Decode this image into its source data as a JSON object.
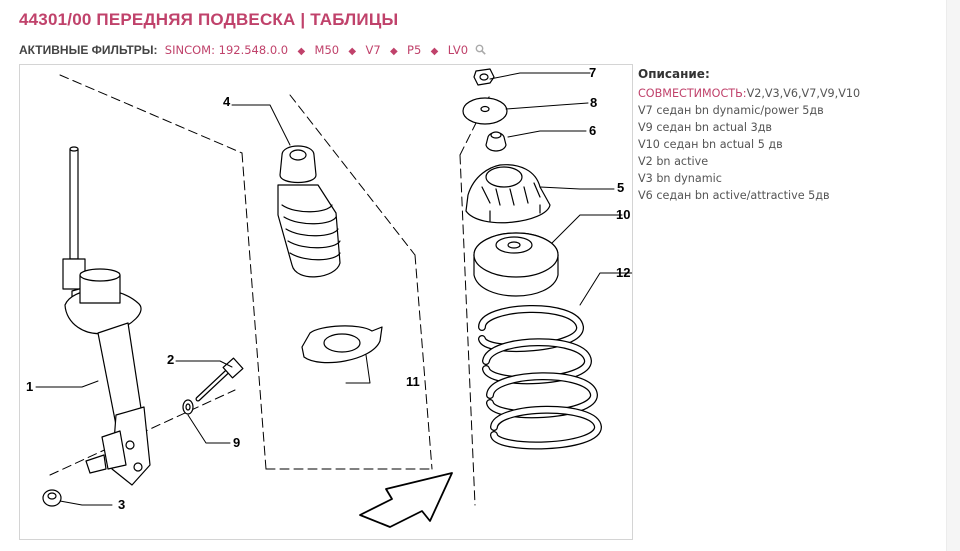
{
  "page": {
    "title": "44301/00 ПЕРЕДНЯЯ ПОДВЕСКА | ТАБЛИЦЫ"
  },
  "filters": {
    "label": "АКТИВНЫЕ ФИЛЬТРЫ:",
    "items": [
      "SINCOM: 192.548.0.0",
      "M50",
      "V7",
      "P5",
      "LV0"
    ],
    "separator": "◆",
    "icon": "search-icon"
  },
  "diagram": {
    "part_numbers": [
      "1",
      "2",
      "3",
      "4",
      "5",
      "6",
      "7",
      "8",
      "9",
      "10",
      "11",
      "12"
    ]
  },
  "description": {
    "title": "Описание:",
    "compat_label": "СОВМЕСТИМОСТЬ:",
    "compat_value": "V2,V3,V6,V7,V9,V10",
    "lines": [
      "V7 седан bn dynamic/power 5дв",
      "V9 седан bn actual 3дв",
      "V10 седан bn actual 5 дв",
      "V2 bn active",
      "V3 bn dynamic",
      "V6 седан bn active/attractive 5дв"
    ]
  },
  "colors": {
    "accent": "#c0426b",
    "text": "#555555",
    "border": "#d4d4d4"
  }
}
